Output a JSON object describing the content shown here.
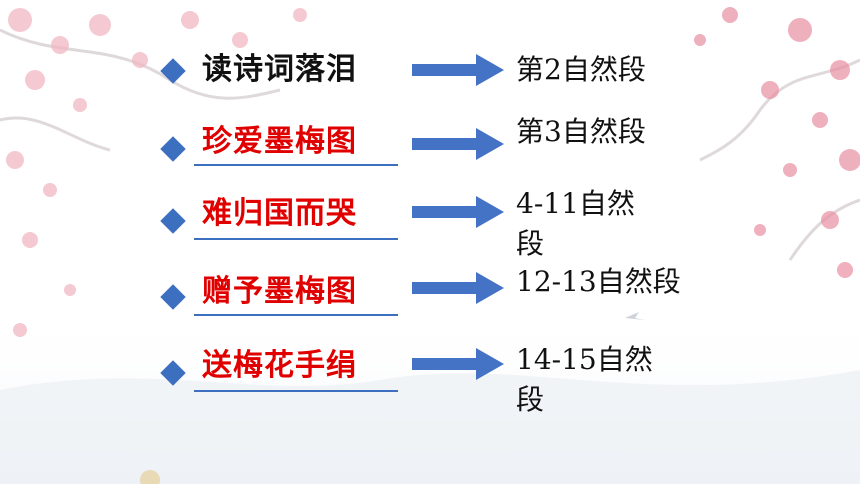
{
  "colors": {
    "accent": "#4472c4",
    "title_red": "#e00000",
    "title_black": "#111111"
  },
  "rows": [
    {
      "title": "读诗词落泪",
      "title_color": "black",
      "underlined": false,
      "paragraph_lines": [
        "第2自然段"
      ]
    },
    {
      "title": "珍爱墨梅图",
      "title_color": "red",
      "underlined": true,
      "paragraph_lines": [
        "第3自然段"
      ]
    },
    {
      "title": "难归国而哭",
      "title_color": "red",
      "underlined": true,
      "paragraph_lines": [
        "4-11自然",
        "段"
      ]
    },
    {
      "title": "赠予墨梅图",
      "title_color": "red",
      "underlined": true,
      "paragraph_lines": [
        "12-13自然段"
      ]
    },
    {
      "title": "送梅花手绢",
      "title_color": "red",
      "underlined": true,
      "paragraph_lines": [
        "14-15自然",
        "段"
      ]
    }
  ]
}
